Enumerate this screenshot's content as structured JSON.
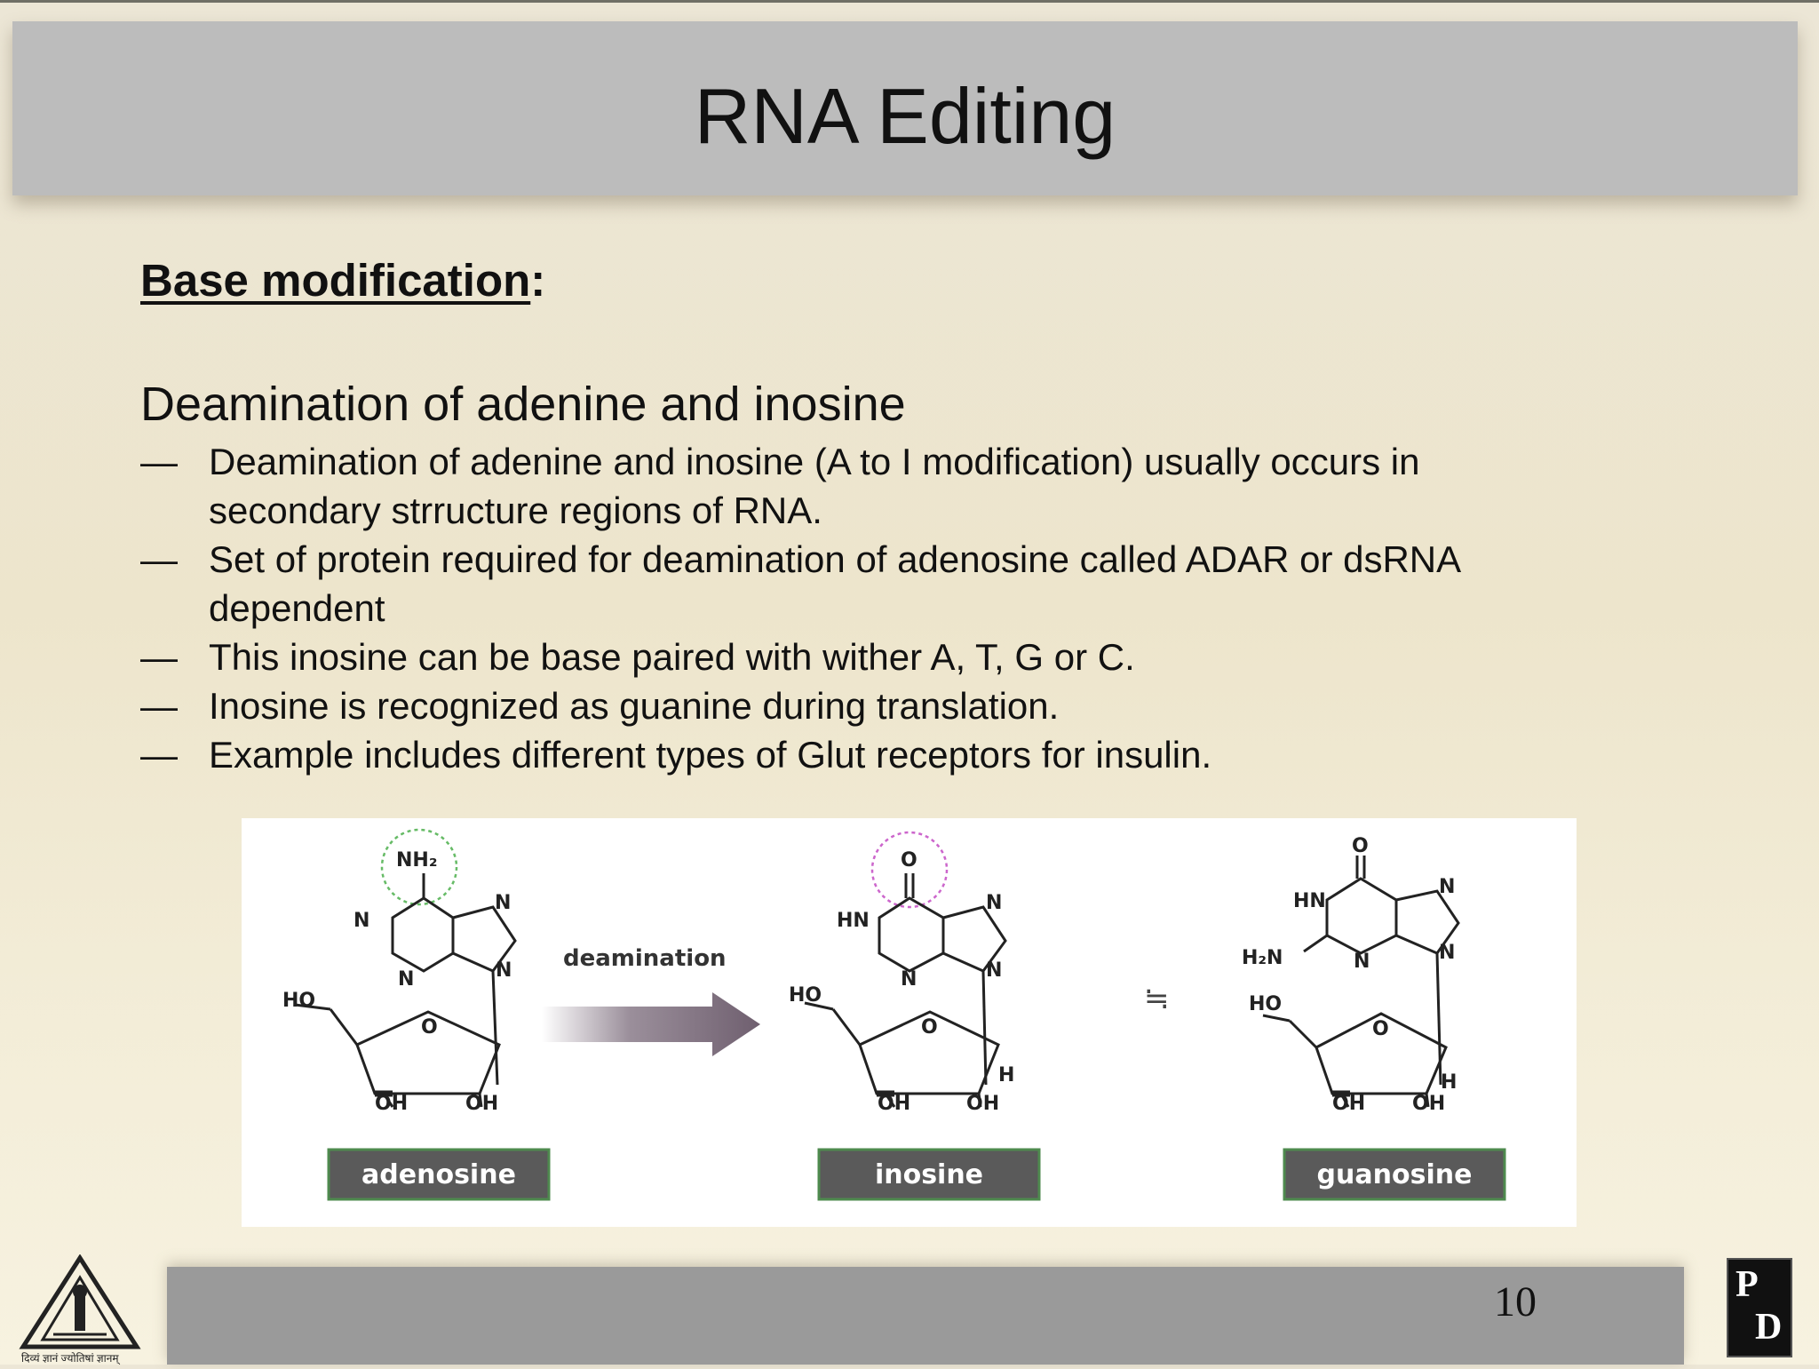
{
  "slide": {
    "title": "RNA Editing",
    "heading_underlined": "Base modification",
    "heading_suffix": ":",
    "subheading": "Deamination of adenine and inosine",
    "bullet_marker": "—",
    "bullets": [
      "Deamination of adenine and inosine (A to I modification) usually occurs in secondary strructure regions of RNA.",
      "Set of protein required for deamination of adenosine called ADAR or dsRNA dependent",
      "This inosine can be base paired with wither A, T, G or C.",
      "Inosine is recognized as guanine during translation.",
      "Example includes different types of Glut receptors for insulin."
    ],
    "page_number": "10"
  },
  "figure": {
    "arrow_label": "deamination",
    "equivalence_symbol": "≒",
    "molecules": [
      {
        "name": "adenosine",
        "top_group": "NH₂",
        "ring_labels": [
          "N",
          "N",
          "N",
          "N"
        ],
        "sugar_labels": [
          "HO",
          "O",
          "OH",
          "OH"
        ]
      },
      {
        "name": "inosine",
        "top_group": "O",
        "ring_labels": [
          "HN",
          "N",
          "N",
          "N"
        ],
        "sugar_labels": [
          "HO",
          "O",
          "OH",
          "OH",
          "H"
        ]
      },
      {
        "name": "guanosine",
        "top_group": "O",
        "ring_labels": [
          "HN",
          "H₂N",
          "N",
          "N",
          "N"
        ],
        "sugar_labels": [
          "HO",
          "O",
          "OH",
          "OH",
          "H"
        ]
      }
    ],
    "colors": {
      "label_box": "#5a5a5a",
      "label_border": "#4e8a4e",
      "arrow": "#7a6a7a",
      "nh2_circle": "#66bb66",
      "o_circle": "#cc66cc"
    }
  },
  "logos": {
    "left_caption": "दिव्यं ज्ञानं ज्योतिषां ज्ञानम्",
    "right_letters": [
      "P",
      "D"
    ]
  }
}
